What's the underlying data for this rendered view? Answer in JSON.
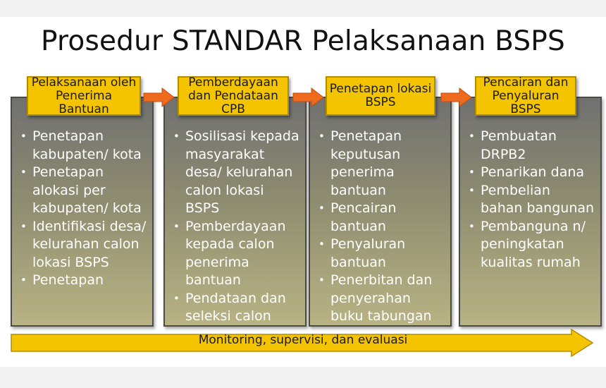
{
  "title": "Prosedur STANDAR Pelaksanaan BSPS",
  "columns": [
    {
      "header": "Pelaksanaan oleh Penerima Bantuan",
      "items": [
        "Penetapan kabupaten/ kota",
        "Penetapan alokasi per kabupaten/ kota",
        "Identifikasi desa/ kelurahan calon lokasi BSPS",
        "Penetapan"
      ]
    },
    {
      "header": "Pemberdayaan dan Pendataan CPB",
      "items": [
        "Sosilisasi kepada masyarakat desa/ kelurahan calon lokasi BSPS",
        "Pemberdayaan kepada calon penerima bantuan",
        "Pendataan dan seleksi calon"
      ]
    },
    {
      "header": "Penetapan lokasi BSPS",
      "items": [
        "Penetapan keputusan penerima bantuan",
        "Pencairan bantuan",
        "Penyaluran bantuan",
        "Penerbitan dan penyerahan buku tabungan"
      ]
    },
    {
      "header": "Pencairan dan Penyaluran BSPS",
      "items": [
        "Pembuatan DRPB2",
        "Penarikan dana",
        "Pembelian bahan bangunan",
        "Pembanguna n/ peningkatan kualitas rumah"
      ]
    }
  ],
  "footer": "Monitoring, supervisi, dan evaluasi",
  "colors": {
    "header_fill": "#f4c400",
    "arrow": "#ee6a1e",
    "bottom_arrow": "#f4c400",
    "column_fill": "#8e8c70"
  }
}
